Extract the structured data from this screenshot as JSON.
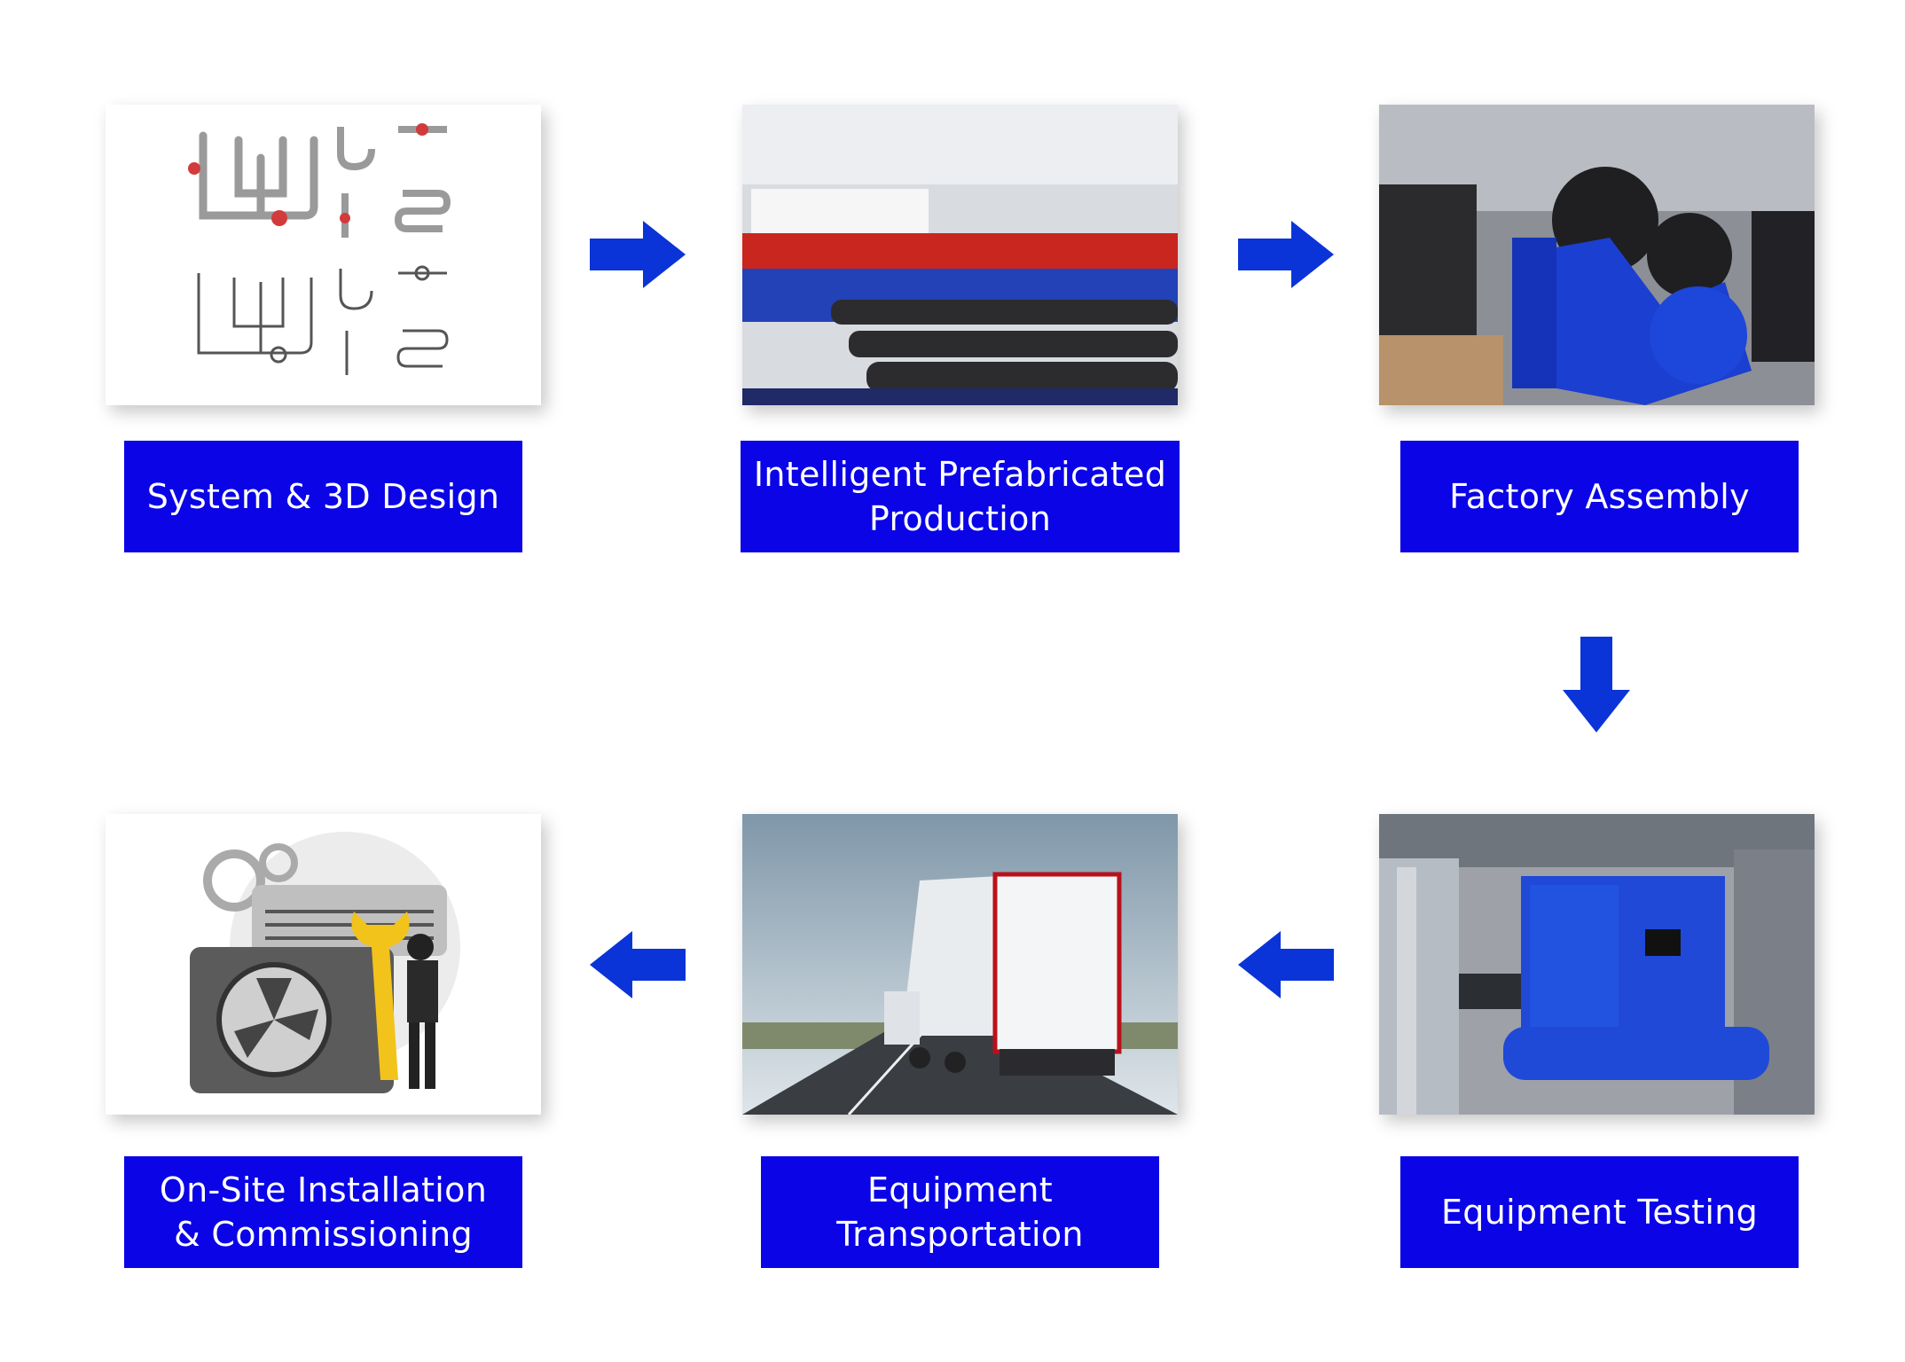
{
  "colors": {
    "label_bg": "#0a04e6",
    "arrow": "#0a34d8",
    "label_text": "#ffffff"
  },
  "steps": [
    {
      "label": "System & 3D Design",
      "image": "pipe-drawing-icon"
    },
    {
      "label": "Intelligent Prefabricated\nProduction",
      "image": "factory-pipe-line"
    },
    {
      "label": "Factory Assembly",
      "image": "blue-valve-assembly"
    },
    {
      "label": "Equipment Testing",
      "image": "blue-chiller-unit"
    },
    {
      "label": "Equipment\nTransportation",
      "image": "truck-on-highway"
    },
    {
      "label": "On-Site Installation\n& Commissioning",
      "image": "technician-with-wrench"
    }
  ]
}
